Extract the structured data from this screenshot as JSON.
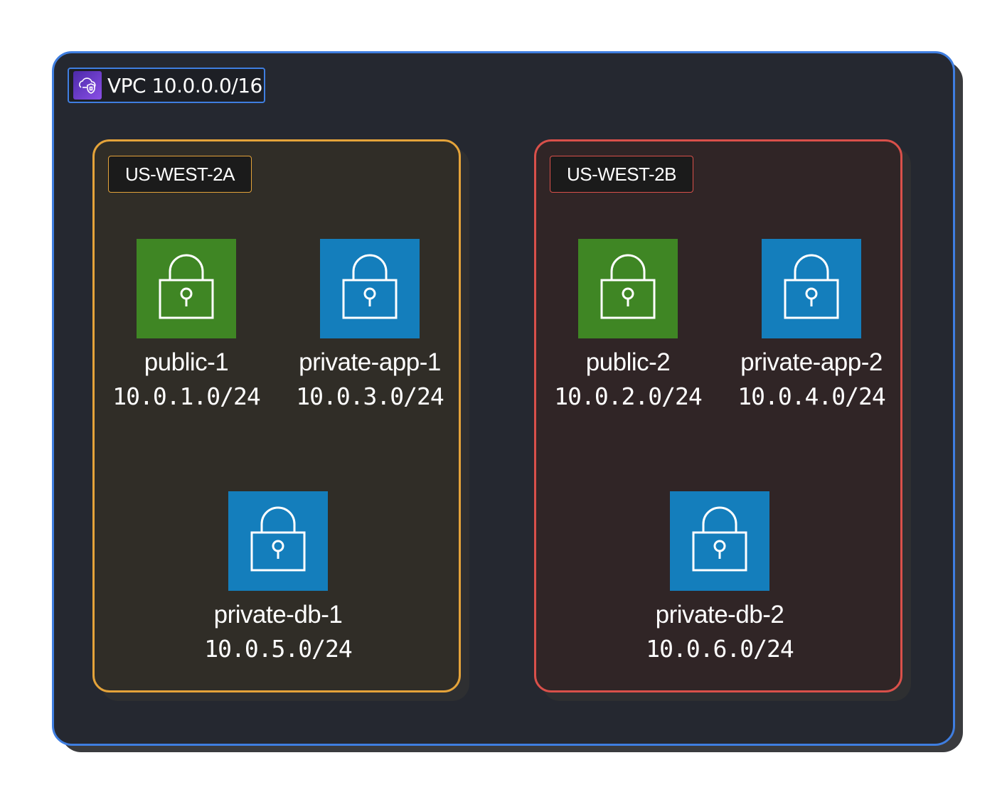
{
  "vpc": {
    "label": "VPC 10.0.0.0/16",
    "border_color": "#3f7ee0",
    "icon": "vpc-cloud-icon"
  },
  "zones": [
    {
      "label": "US-WEST-2A",
      "color": "#e4a33a"
    },
    {
      "label": "US-WEST-2B",
      "color": "#d9504a"
    }
  ],
  "subnets": [
    {
      "name": "public-1",
      "cidr": "10.0.1.0/24",
      "kind": "public",
      "color": "#3f8624",
      "icon": "lock-icon"
    },
    {
      "name": "private-app-1",
      "cidr": "10.0.3.0/24",
      "kind": "private",
      "color": "#147ebc",
      "icon": "lock-icon"
    },
    {
      "name": "private-db-1",
      "cidr": "10.0.5.0/24",
      "kind": "private",
      "color": "#147ebc",
      "icon": "lock-icon"
    },
    {
      "name": "public-2",
      "cidr": "10.0.2.0/24",
      "kind": "public",
      "color": "#3f8624",
      "icon": "lock-icon"
    },
    {
      "name": "private-app-2",
      "cidr": "10.0.4.0/24",
      "kind": "private",
      "color": "#147ebc",
      "icon": "lock-icon"
    },
    {
      "name": "private-db-2",
      "cidr": "10.0.6.0/24",
      "kind": "private",
      "color": "#147ebc",
      "icon": "lock-icon"
    }
  ]
}
